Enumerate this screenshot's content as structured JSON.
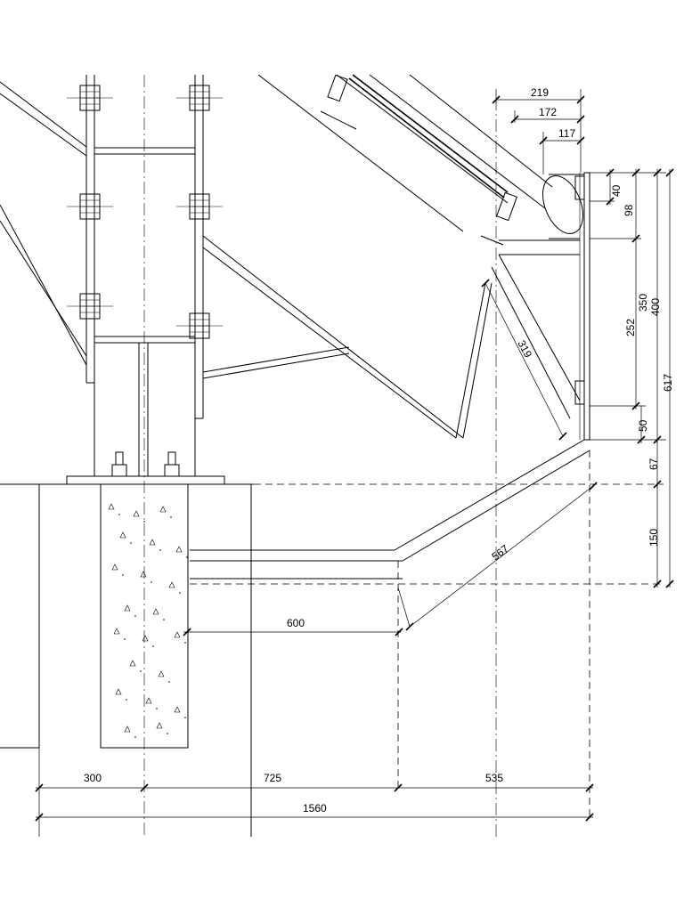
{
  "dimensions": {
    "top_219": "219",
    "top_172": "172",
    "top_117": "117",
    "right_40": "40",
    "right_98": "98",
    "right_350": "350",
    "right_400": "400",
    "right_617": "617",
    "right_252": "252",
    "right_50": "50",
    "right_67": "67",
    "right_150": "150",
    "diag_319": "319",
    "diag_567": "567",
    "horiz_600": "600",
    "bottom_300": "300",
    "bottom_725": "725",
    "bottom_535": "535",
    "bottom_1560": "1560"
  }
}
